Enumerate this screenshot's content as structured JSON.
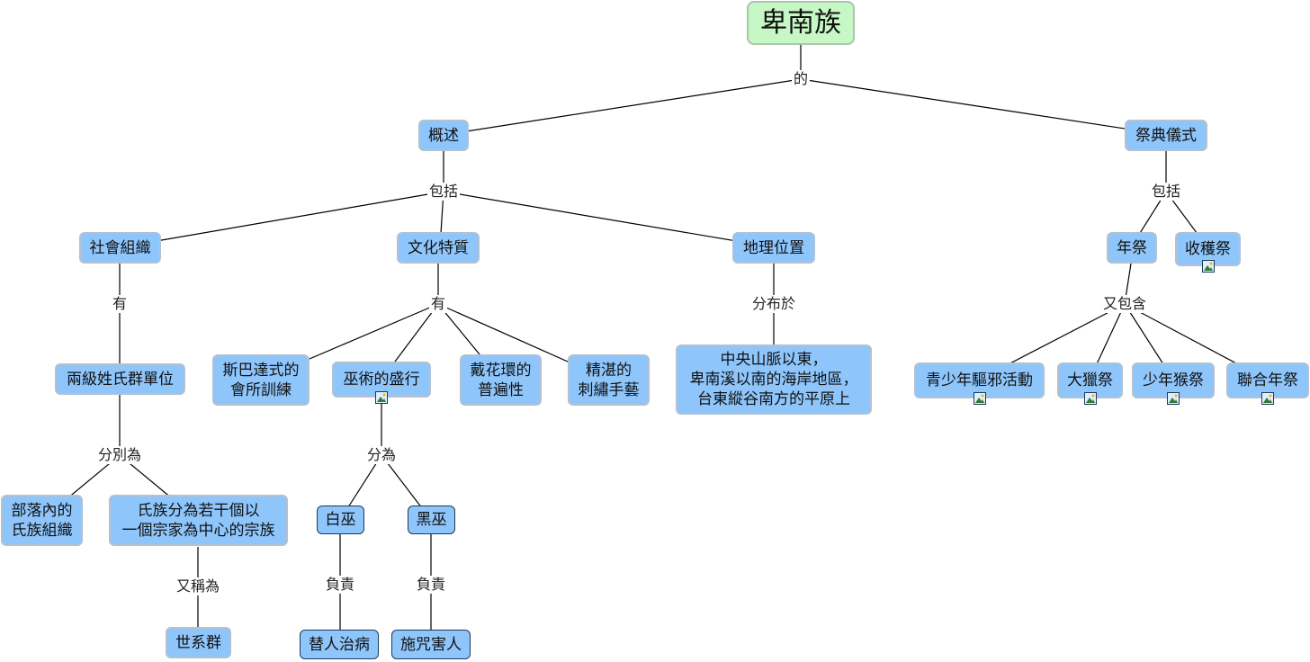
{
  "root": "卑南族",
  "links": {
    "root_of": "的",
    "overview_include": "包括",
    "ritual_include": "包括",
    "social_has": "有",
    "culture_has": "有",
    "geo_distributed": "分布於",
    "twolevel_divided": "分別為",
    "witch_divided": "分為",
    "clan_alias": "又稱為",
    "white_resp": "負責",
    "black_resp": "負責",
    "annual_contains": "又包含"
  },
  "nodes": {
    "overview": "概述",
    "rituals": "祭典儀式",
    "social": "社會組織",
    "culture": "文化特質",
    "geo": "地理位置",
    "annual": "年祭",
    "harvest": "收穫祭",
    "twolevel": "兩級姓氏群單位",
    "sparta_1": "斯巴達式的",
    "sparta_2": "會所訓練",
    "witchcraft": "巫術的盛行",
    "flower_1": "戴花環的",
    "flower_2": "普遍性",
    "embroidery_1": "精湛的",
    "embroidery_2": "刺繡手藝",
    "geo_desc_1": "中央山脈以東，",
    "geo_desc_2": "卑南溪以南的海岸地區，",
    "geo_desc_3": "台東縱谷南方的平原上",
    "youth": "青少年驅邪活動",
    "hunt": "大獵祭",
    "monkey": "少年猴祭",
    "joint": "聯合年祭",
    "tribal_1": "部落內的",
    "tribal_2": "氏族組織",
    "clan_1": "氏族分為若干個以",
    "clan_2": "一個宗家為中心的宗族",
    "white": "白巫",
    "black": "黑巫",
    "lineage": "世系群",
    "heal": "替人治病",
    "curse": "施咒害人"
  },
  "icons": {
    "image_attachment": "image-attachment-icon"
  },
  "colors": {
    "node_fill": "#8ec5fb",
    "root_fill": "#c6f7c4",
    "line": "#000000"
  }
}
